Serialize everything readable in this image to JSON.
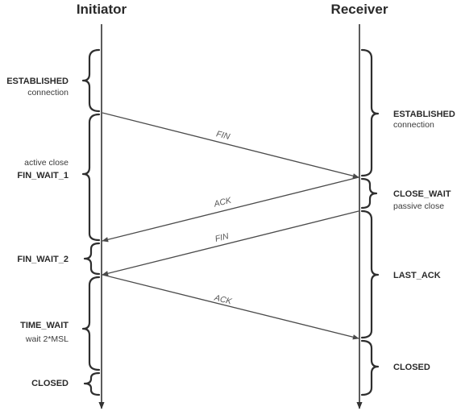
{
  "headers": {
    "initiator": "Initiator",
    "receiver": "Receiver"
  },
  "initiator_states": {
    "established": {
      "name": "ESTABLISHED",
      "note": "connection"
    },
    "fin_wait_1": {
      "name": "FIN_WAIT_1",
      "note": "active close"
    },
    "fin_wait_2": {
      "name": "FIN_WAIT_2"
    },
    "time_wait": {
      "name": "TIME_WAIT",
      "note": "wait 2*MSL"
    },
    "closed": {
      "name": "CLOSED"
    }
  },
  "receiver_states": {
    "established": {
      "name": "ESTABLISHED",
      "note": "connection"
    },
    "close_wait": {
      "name": "CLOSE_WAIT",
      "note": "passive close"
    },
    "last_ack": {
      "name": "LAST_ACK"
    },
    "closed": {
      "name": "CLOSED"
    }
  },
  "messages": {
    "fin_1": "FIN",
    "ack_1": "ACK",
    "fin_2": "FIN",
    "ack_2": "ACK"
  }
}
